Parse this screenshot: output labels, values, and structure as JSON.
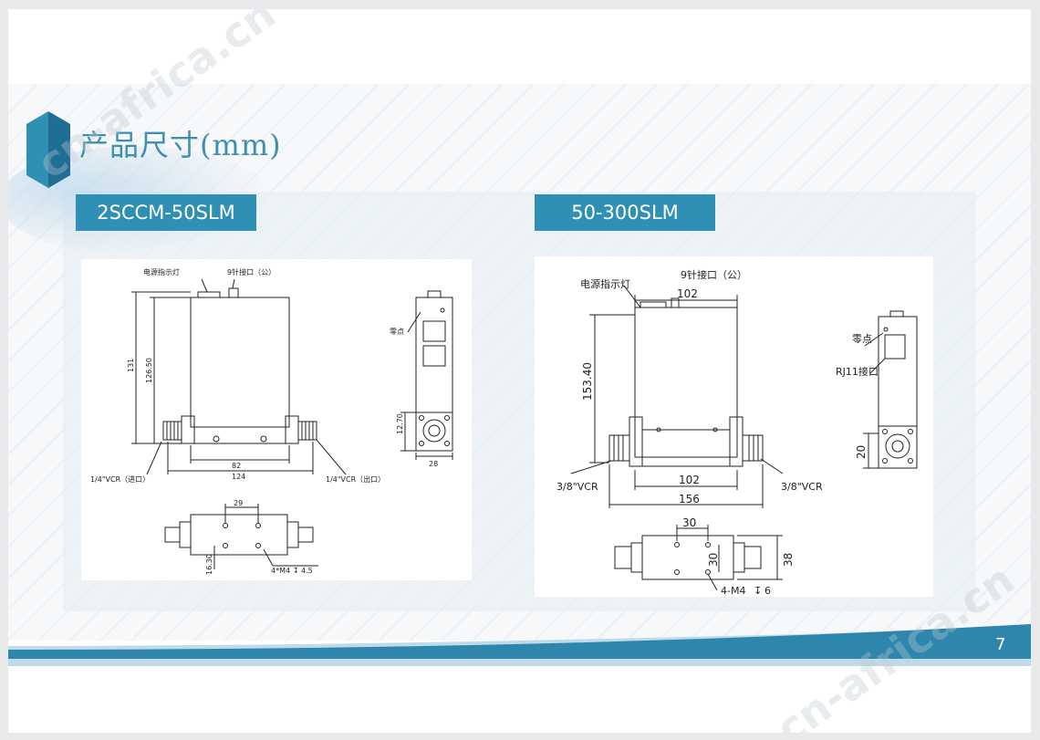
{
  "slide": {
    "title": "产品尺寸(mm)",
    "page_number": "7",
    "watermark": "cn-africa.cn",
    "colors": {
      "accent": "#2f8fb5",
      "title": "#3f8fb0",
      "band": "#2e86ad"
    }
  },
  "sections": [
    {
      "tag": "2SCCM-50SLM",
      "labels": {
        "power_led": "电源指示灯",
        "pin_connector": "9针接口（公）",
        "zero": "零点",
        "inlet": "1/4\"VCR（进口）",
        "outlet": "1/4\"VCR（出口）",
        "holes": "4*M4",
        "hole_depth": "4.5"
      },
      "dims": {
        "height_total": "131",
        "height_body": "126.50",
        "width_body": "82",
        "width_total": "124",
        "side_height": "12.70",
        "side_width": "28",
        "hole_spacing": "29",
        "hole_offset": "16.30"
      }
    },
    {
      "tag": "50-300SLM",
      "labels": {
        "power_led": "电源指示灯",
        "pin_connector": "9针接口（公）",
        "zero": "零点",
        "rj11": "RJ11接口",
        "inlet": "3/8\"VCR",
        "outlet": "3/8\"VCR",
        "holes": "4-M4",
        "hole_depth": "6"
      },
      "dims": {
        "top_width": "102",
        "height_body": "153.40",
        "width_body": "102",
        "width_total": "156",
        "side_height": "20",
        "hole_spacing": "30",
        "hole_spacing_v": "30",
        "bottom_height": "38"
      }
    }
  ]
}
